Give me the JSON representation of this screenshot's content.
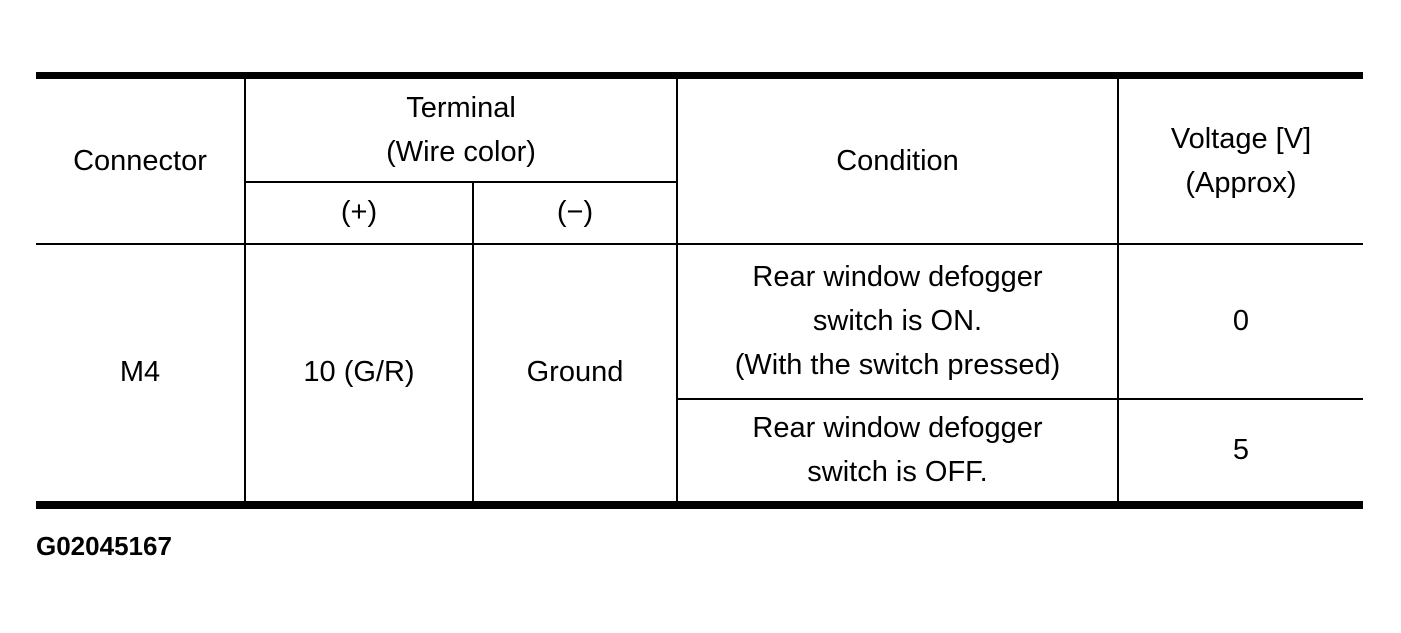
{
  "page": {
    "background_color": "#ffffff",
    "figure_label": "G02045167"
  },
  "table": {
    "border_color": "#000000",
    "headers": {
      "connector": "Connector",
      "terminal_line1": "Terminal",
      "terminal_line2": "(Wire color)",
      "terminal_plus": "(+)",
      "terminal_minus": "(−)",
      "condition": "Condition",
      "voltage_line1": "Voltage [V]",
      "voltage_line2": "(Approx)"
    },
    "row": {
      "connector": "M4",
      "terminal_plus": "10 (G/R)",
      "terminal_minus": "Ground",
      "conditions": [
        {
          "lines": [
            "Rear window defogger",
            "switch is ON.",
            "(With the switch pressed)"
          ],
          "voltage": "0"
        },
        {
          "lines": [
            "Rear window defogger",
            "switch is OFF."
          ],
          "voltage": "5"
        }
      ]
    }
  }
}
